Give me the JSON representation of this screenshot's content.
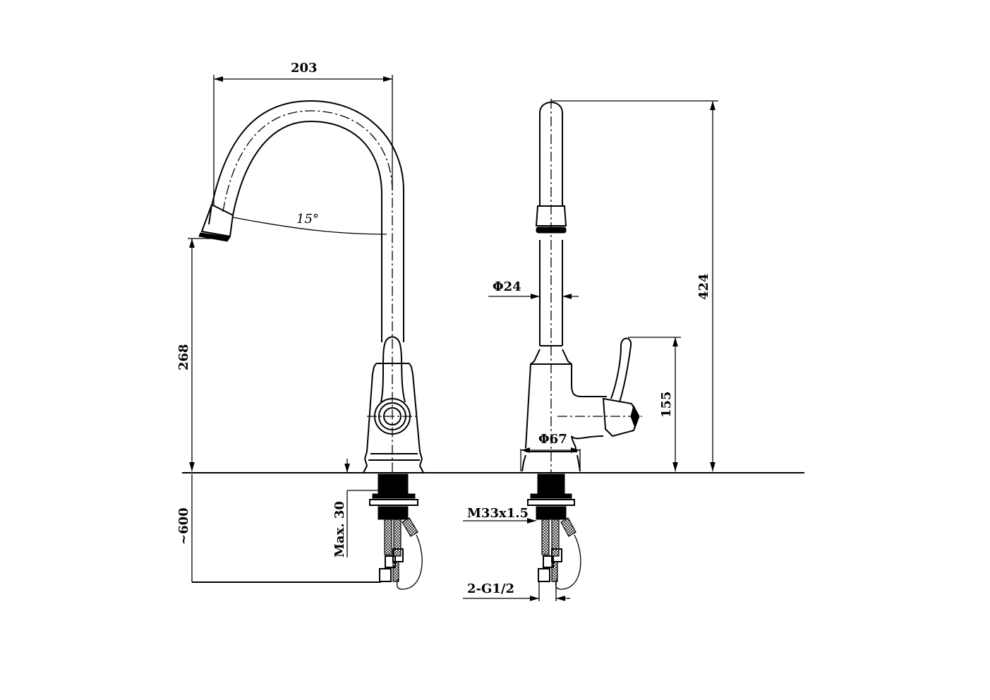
{
  "dimensions": {
    "spout_reach": "203",
    "spout_angle": "15°",
    "spout_height": "268",
    "hose_length": "~600",
    "max_deck_thickness": "Max. 30",
    "spout_diameter": "Φ24",
    "total_height": "424",
    "handle_height": "155",
    "base_diameter": "Φ67",
    "thread": "M33x1.5",
    "inlet": "2-G1/2"
  }
}
